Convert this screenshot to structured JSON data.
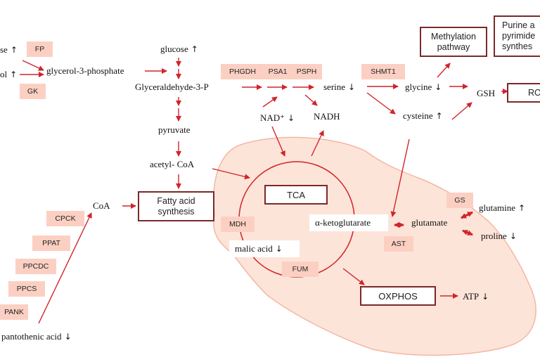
{
  "metabolites": {
    "glucose_left": "se",
    "glycerol": "ol",
    "glycerol_3_phosphate": "glycerol-3-phosphate",
    "glucose": "glucose",
    "gap": "Glyceraldehyde-3-P",
    "pyruvate": "pyruvate",
    "acetyl_coa": "acetyl- CoA",
    "coa": "CoA",
    "pantothenic_acid": "pantothenic acid",
    "serine": "serine",
    "glycine": "glycine",
    "cysteine": "cysteine",
    "gsh": "GSH",
    "nad": "NAD⁺",
    "nadh": "NADH",
    "akg": "α-ketoglutarate",
    "glutamate": "glutamate",
    "glutamine": "glutamine",
    "proline": "proline",
    "malic_acid": "malic acid",
    "atp": "ATP"
  },
  "enzymes": {
    "fp": "FP",
    "gk": "GK",
    "phgdh": "PHGDH",
    "psa1": "PSA1",
    "psph": "PSPH",
    "shmt1": "SHMT1",
    "cpck": "CPCK",
    "ppat": "PPAT",
    "ppcdc": "PPCDC",
    "ppcs": "PPCS",
    "pank": "PANK",
    "mdh": "MDH",
    "fum": "FUM",
    "gs": "GS",
    "ast": "AST"
  },
  "boxes": {
    "methylation": "Methylation pathway",
    "purine": "Purine a pyrimide synthes",
    "ros": "RO",
    "tca": "TCA",
    "fatty_acid": "Fatty acid synthesis",
    "oxphos": "OXPHOS"
  },
  "trends": {
    "up": "↑",
    "down": "↓"
  },
  "colors": {
    "arrow": "#d0242b",
    "enzyme_fill": "#fbd0c3",
    "box_border": "#7b2929",
    "mito_fill": "#fde4d8",
    "mito_stroke": "#f3b7a3"
  }
}
